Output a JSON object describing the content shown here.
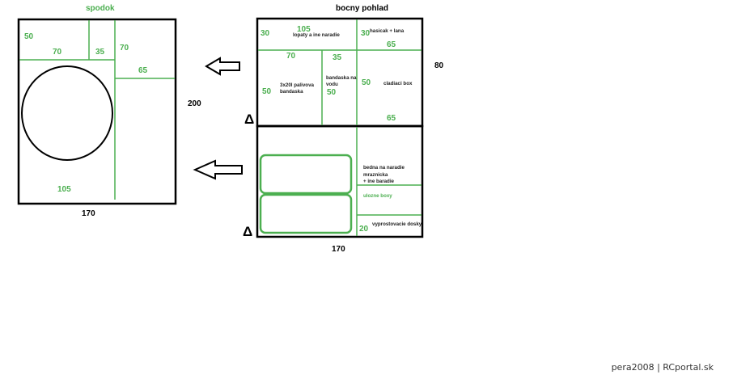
{
  "colors": {
    "outline": "#000000",
    "dimension": "#4caf50",
    "background": "#ffffff"
  },
  "left_view": {
    "title": "spodok",
    "dims": {
      "d50": "50",
      "d70a": "70",
      "d35": "35",
      "d70b": "70",
      "d65": "65",
      "d105": "105",
      "d200": "200",
      "d170": "170"
    }
  },
  "right_view": {
    "title": "bocny pohlad",
    "dims": {
      "d30a": "30",
      "d105": "105",
      "d30b": "30",
      "d65a": "65",
      "d70": "70",
      "d35": "35",
      "d80": "80",
      "d50a": "50",
      "d50b": "50",
      "d50c": "50",
      "d65b": "65",
      "d20": "20",
      "d170": "170"
    },
    "labels": {
      "lopaty_1": "lopaty a ine naradie",
      "hasicak": "hasicak + lana",
      "palivova_1": "3x20l palivova",
      "palivova_2": "bandaska",
      "voda_1": "bandaska na",
      "voda_2": "vodu",
      "chladiaci": "cladiaci box",
      "bedna_1": "bedna na naradie",
      "bedna_2": "mraznicka",
      "bedna_3": "+ ine baradie",
      "ulozne": "ulozne boxy",
      "vyprostovacie": "vyprostovacie dosky"
    },
    "markers": {
      "triangle_top": "Δ",
      "triangle_bottom": "Δ"
    }
  },
  "arrows": [
    "arrow-left-icon",
    "arrow-left-icon"
  ],
  "credit": "pera2008 | RCportal.sk"
}
